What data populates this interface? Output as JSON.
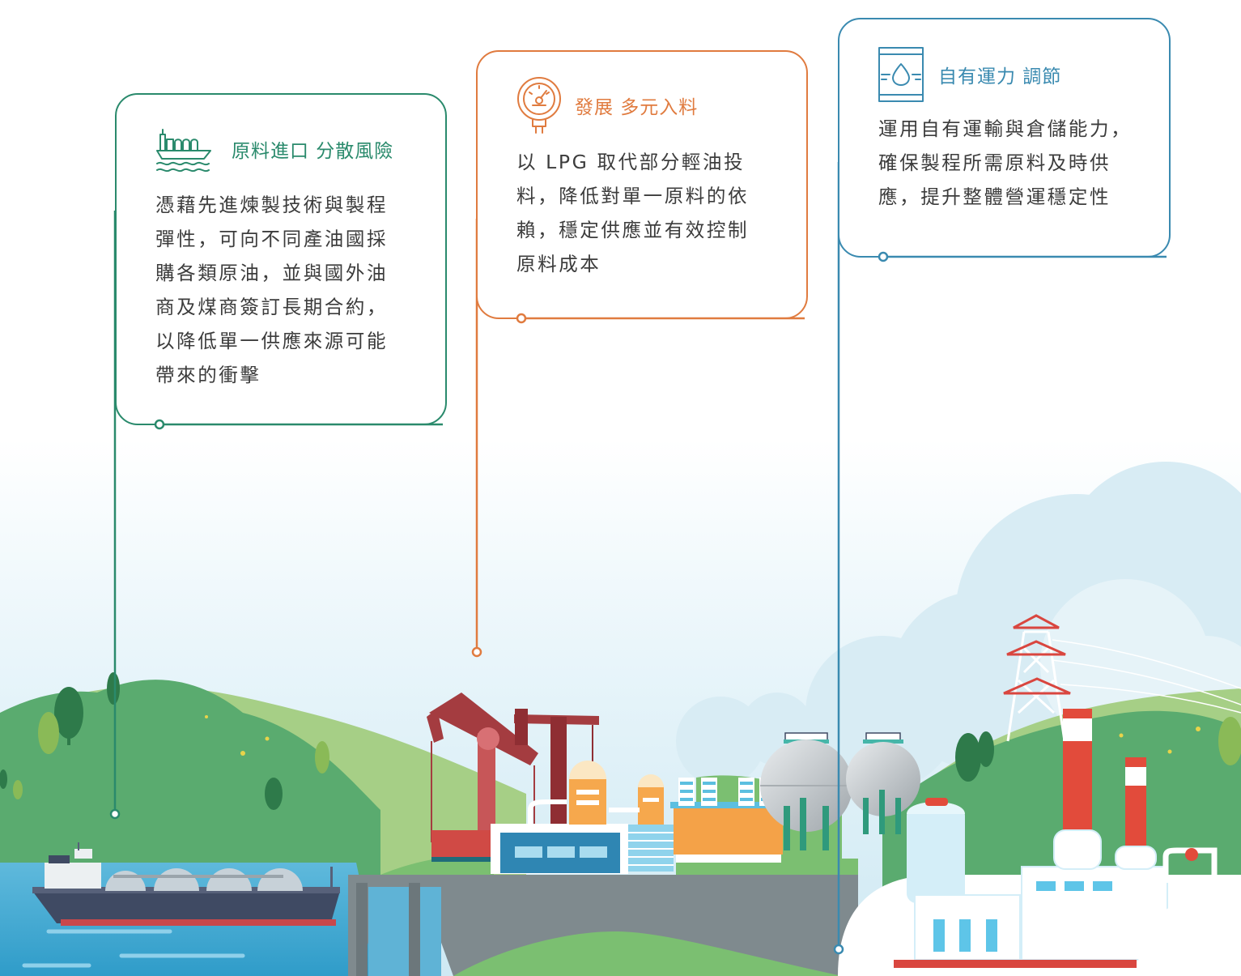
{
  "cards": [
    {
      "title": "原料進口 分散風險",
      "body": "憑藉先進煉製技術與製程\n彈性，可向不同產油國採\n購各類原油，並與國外油\n商及煤商簽訂長期合約，\n以降低單一供應來源可能\n帶來的衝擊",
      "icon": "cargo-ship-icon",
      "color": "#2a8a6c"
    },
    {
      "title": "發展 多元入料",
      "body": "以 LPG 取代部分輕油投\n料，降低對單一原料的依\n賴，穩定供應並有效控制\n原料成本",
      "icon": "pressure-gauge-icon",
      "color": "#e07b3f"
    },
    {
      "title": "自有運力 調節",
      "body": "運用自有運輸與倉儲能力，\n確保製程所需原料及時供\n應，提升整體營運穩定性",
      "icon": "oil-barrel-icon",
      "color": "#3a8ab0"
    }
  ]
}
